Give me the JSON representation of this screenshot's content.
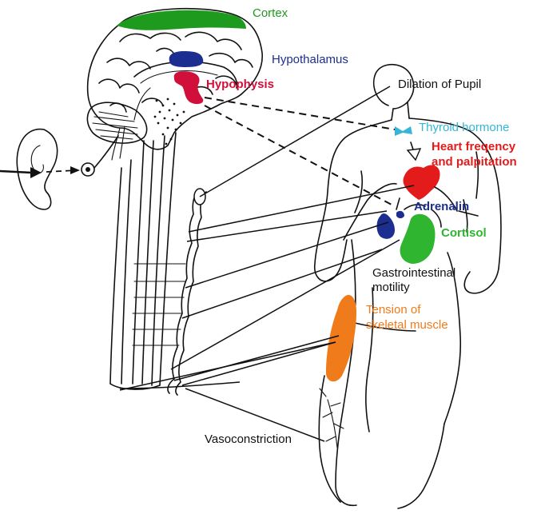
{
  "colors": {
    "cortex": "#1e9b1e",
    "hypothalamus": "#1c2e8f",
    "hypophysis": "#d0103a",
    "thyroid": "#35b6d8",
    "heart": "#e31b1b",
    "adrenalin": "#1c2e8f",
    "cortisol": "#2fb52f",
    "tension": "#f07b1a",
    "black": "#111111"
  },
  "labels": {
    "cortex": "Cortex",
    "hypothalamus": "Hypothalamus",
    "hypophysis": "Hypophysis",
    "dilation": "Dilation of Pupil",
    "thyroid": "Thyroid hormone",
    "heart_line1": "Heart freqency",
    "heart_line2": "and palpitation",
    "adrenalin": "Adrenalin",
    "cortisol": "Cortisol",
    "gastro_line1": "Gastrointestinal",
    "gastro_line2": "motility",
    "tension_line1": "Tension of",
    "tension_line2": "skeletal muscle",
    "vasoconstriction": "Vasoconstriction"
  },
  "icons": {
    "ear": "ear-icon",
    "brain": "brain-icon",
    "spine": "spinal-cord-icon",
    "body": "human-body-icon"
  }
}
